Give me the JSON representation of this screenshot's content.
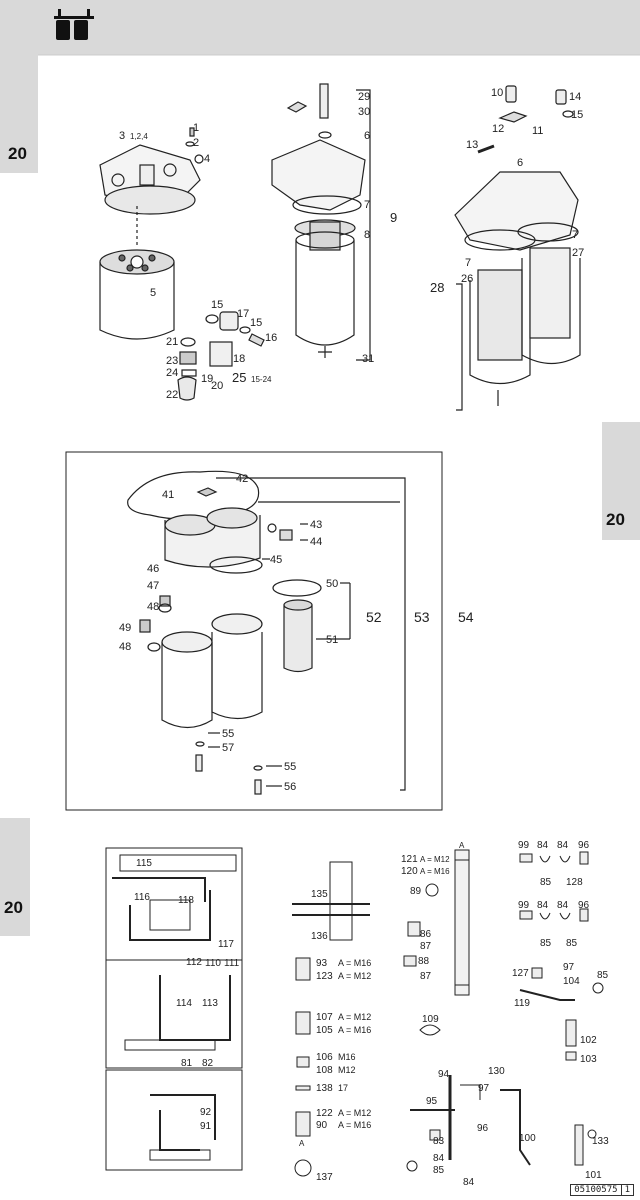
{
  "header": {
    "logo_icon": "filter-pair-logo-icon"
  },
  "section_tabs": [
    "20",
    "20",
    "20"
  ],
  "figure1": {
    "callouts": [
      "3",
      "1,2,4",
      "1",
      "2",
      "4",
      "5",
      "15",
      "17",
      "15",
      "16",
      "21",
      "23",
      "24",
      "22",
      "18",
      "19",
      "20",
      "25",
      "15-24"
    ]
  },
  "figure2": {
    "callouts": [
      "29",
      "30",
      "6",
      "7",
      "8",
      "9",
      "31"
    ]
  },
  "figure3": {
    "callouts": [
      "10",
      "14",
      "15",
      "12",
      "11",
      "13",
      "6",
      "7",
      "27",
      "7",
      "26",
      "28"
    ]
  },
  "figure4": {
    "callouts": [
      "42",
      "41",
      "43",
      "44",
      "45",
      "46",
      "47",
      "48",
      "50",
      "52",
      "53",
      "54",
      "49",
      "48",
      "51",
      "55",
      "57",
      "55",
      "56"
    ]
  },
  "figure5": {
    "callouts": [
      "115",
      "116",
      "118",
      "117",
      "112",
      "110",
      "111",
      "114",
      "113",
      "81",
      "82",
      "92",
      "91"
    ]
  },
  "figure6": {
    "callouts": [
      "135",
      "136",
      "93",
      "A = M16",
      "123",
      "A = M12",
      "107",
      "A = M12",
      "105",
      "A = M16",
      "106",
      "M16",
      "108",
      "M12",
      "138",
      "17",
      "122",
      "A = M12",
      "90",
      "A = M16",
      "137",
      "A"
    ]
  },
  "figure7": {
    "callouts": [
      "121",
      "A = M12",
      "120",
      "A = M16",
      "89",
      "86",
      "87",
      "88",
      "87",
      "A",
      "109",
      "94",
      "130",
      "97",
      "95",
      "96",
      "83",
      "84",
      "85",
      "84",
      "100"
    ]
  },
  "figure8": {
    "callouts": [
      "99",
      "84",
      "84",
      "96",
      "85",
      "128",
      "99",
      "84",
      "84",
      "96",
      "85",
      "85",
      "127",
      "97",
      "85",
      "104",
      "119",
      "102",
      "103",
      "133",
      "101"
    ]
  },
  "catalog_ref": {
    "code": "05100575",
    "sheet": "1"
  }
}
